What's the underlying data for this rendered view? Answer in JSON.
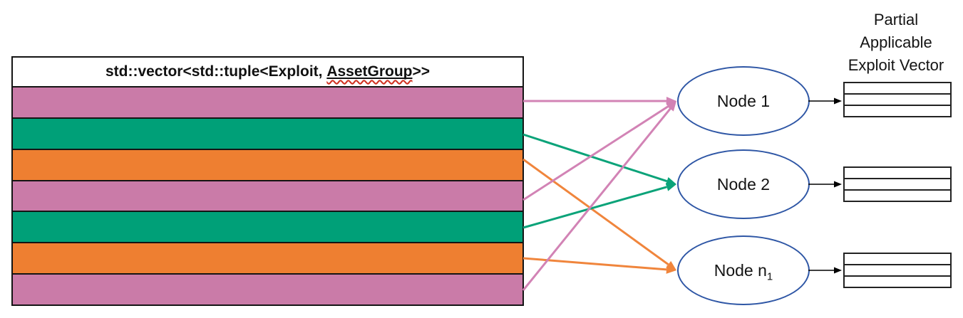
{
  "vector_table": {
    "header_prefix": "std::vector<std::tuple<Exploit, ",
    "header_underlined": "AssetGroup",
    "header_suffix": ">>",
    "rows": [
      {
        "color": "row_pink"
      },
      {
        "color": "row_green"
      },
      {
        "color": "row_orange"
      },
      {
        "color": "row_pink"
      },
      {
        "color": "row_green"
      },
      {
        "color": "row_orange"
      },
      {
        "color": "row_pink"
      }
    ]
  },
  "nodes": [
    {
      "label": "Node 1",
      "sub": ""
    },
    {
      "label": "Node 2",
      "sub": ""
    },
    {
      "label": "Node n",
      "sub": "1"
    }
  ],
  "output_title": {
    "lines": [
      "Partial",
      "Applicable",
      "Exploit Vector"
    ]
  },
  "partial_tables": {
    "count": 3,
    "rows_per_table": 3
  },
  "connections": [
    {
      "from_row": 0,
      "to_node": 0,
      "color": "arrow_pink"
    },
    {
      "from_row": 1,
      "to_node": 1,
      "color": "arrow_green"
    },
    {
      "from_row": 2,
      "to_node": 2,
      "color": "arrow_orange"
    },
    {
      "from_row": 3,
      "to_node": 0,
      "color": "arrow_pink"
    },
    {
      "from_row": 4,
      "to_node": 1,
      "color": "arrow_green"
    },
    {
      "from_row": 5,
      "to_node": 2,
      "color": "arrow_orange"
    },
    {
      "from_row": 6,
      "to_node": 0,
      "color": "arrow_pink"
    }
  ],
  "node_output_arrows": [
    {
      "node": 0,
      "color": "arrow_black"
    },
    {
      "node": 1,
      "color": "arrow_black"
    },
    {
      "node": 2,
      "color": "arrow_black"
    }
  ],
  "colors": {
    "row_pink": "#ca7ba8",
    "row_green": "#00a078",
    "row_orange": "#ee7f31",
    "arrow_pink": "#d283b5",
    "arrow_green": "#0ba379",
    "arrow_orange": "#f0853c",
    "arrow_black": "#000000",
    "node_border": "#2e56a5",
    "table_border": "#141414"
  }
}
